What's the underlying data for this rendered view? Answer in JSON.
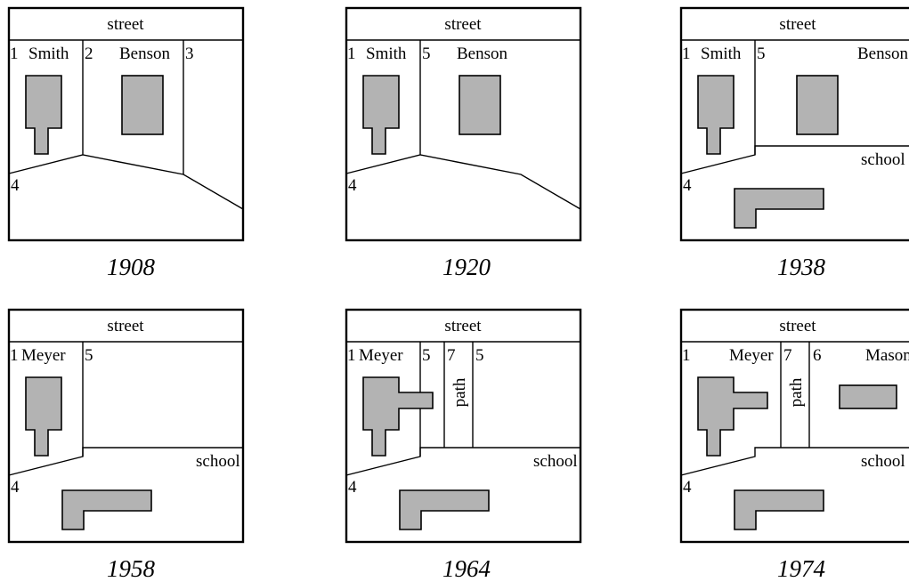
{
  "panels": [
    {
      "year": "1908",
      "street": "street",
      "labels": [
        "1",
        "Smith",
        "2",
        "Benson",
        "3",
        "4"
      ]
    },
    {
      "year": "1920",
      "street": "street",
      "labels": [
        "1",
        "Smith",
        "5",
        "Benson",
        "4"
      ]
    },
    {
      "year": "1938",
      "street": "street",
      "labels": [
        "1",
        "Smith",
        "5",
        "Benson",
        "school",
        "4"
      ]
    },
    {
      "year": "1958",
      "street": "street",
      "labels": [
        "1",
        "Meyer",
        "5",
        "school",
        "4"
      ]
    },
    {
      "year": "1964",
      "street": "street",
      "labels": [
        "1",
        "Meyer",
        "5",
        "7",
        "5",
        "path",
        "school",
        "4"
      ]
    },
    {
      "year": "1974",
      "street": "street",
      "labels": [
        "1",
        "Meyer",
        "7",
        "6",
        "Mason",
        "path",
        "school",
        "4"
      ]
    }
  ],
  "colors": {
    "building_fill": "#b3b3b3",
    "line": "#000000",
    "background": "#ffffff"
  }
}
